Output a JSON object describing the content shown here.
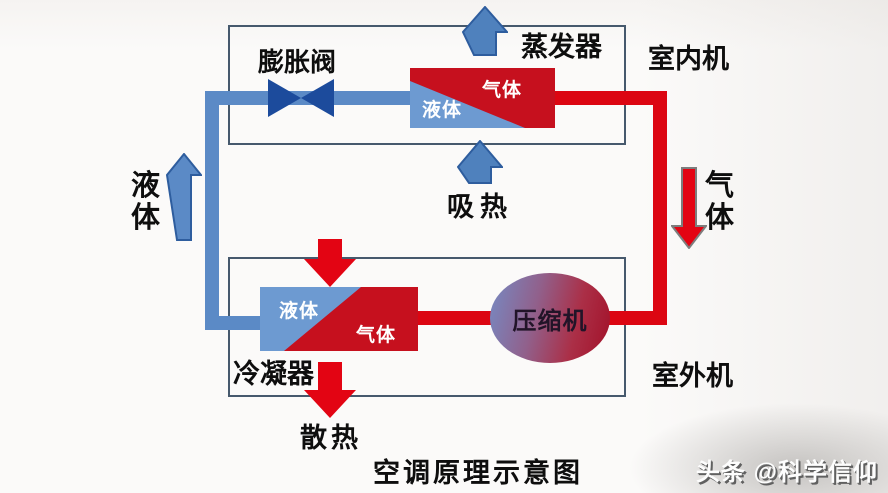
{
  "title": "空调原理示意图",
  "watermark": "头条 @科学信仰",
  "colors": {
    "cold_pipe": "#5b8ac6",
    "hot_pipe": "#dc0612",
    "valve": "#1c4b9c",
    "exchanger_liquid": "#6d9ad1",
    "exchanger_gas": "#c6101e",
    "box_border": "#46596d",
    "compressor_gradient_left": "#7a84bb",
    "compressor_gradient_right": "#a3142c"
  },
  "indoor_unit": {
    "label": "室内机",
    "expansion_valve_label": "膨胀阀",
    "evaporator": {
      "label": "蒸发器",
      "liquid": "液体",
      "gas": "气体"
    },
    "heat_in_label": "吸热"
  },
  "outdoor_unit": {
    "label": "室外机",
    "condenser": {
      "label": "冷凝器",
      "liquid": "液体",
      "gas": "气体"
    },
    "compressor_label": "压缩机",
    "heat_out_label": "散热"
  },
  "left_line_label": "液\n体",
  "right_line_label": "气\n体"
}
